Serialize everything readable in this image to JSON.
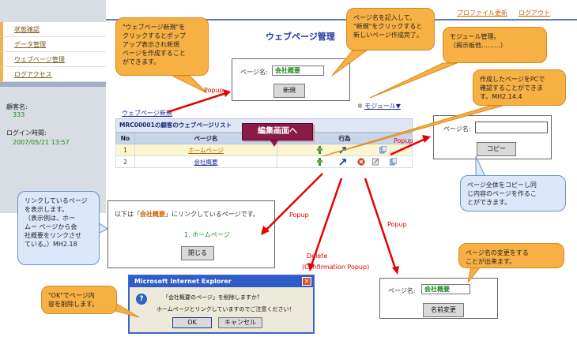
{
  "header": {
    "links": [
      "プロファイル更新",
      "ログアウト"
    ]
  },
  "sidebar": {
    "items": [
      {
        "label": "状態確認"
      },
      {
        "label": "データ管理"
      },
      {
        "label": "ウェブページ管理"
      },
      {
        "label": "ログアクセス"
      }
    ],
    "customer_label": "顧客名:",
    "customer_value": "333",
    "login_label": "ログイン時間:",
    "login_value": "2007/05/21 13:57"
  },
  "main": {
    "title": "ウェブページ管理",
    "new_link": "ウェブページ新規",
    "module_button": "モジュール▼",
    "list_title": "MRC00001の顧客のウェブページリスト",
    "columns": [
      "No",
      "ページ名",
      "行為"
    ],
    "rows": [
      {
        "no": "1",
        "name": "ホームページ"
      },
      {
        "no": "2",
        "name": "会社概要"
      }
    ]
  },
  "boxes": {
    "new_page": {
      "label": "ページ名:",
      "value": "会社概要",
      "button": "新規"
    },
    "copy": {
      "label": "ページ名:",
      "value": "",
      "button": "コピー"
    },
    "link_list": {
      "text_before": "以下は「",
      "highlight": "会社概要",
      "text_after": "」にリンクしているページです。",
      "item": "1. ホームページ",
      "button": "閉じる"
    },
    "rename": {
      "label": "ページ名:",
      "value": "会社概要",
      "button": "名前変更"
    }
  },
  "banner": {
    "label": "編集画面へ"
  },
  "popups": {
    "popup1": "Popup",
    "popup2": "Popup",
    "popup3": "Popup",
    "popup4": "Popup",
    "delete": "Delete",
    "delete_confirm": "(Confirmation Popup)"
  },
  "callouts": {
    "new_page": "\"ウェブページ新規\"を\nクリックするとポップ\nアップ表示され新規\nページを作成すること\nができます。",
    "page_name": "ページ名を記入して、\n\"新規\"をクリックすると\n新しいページ作成完了。",
    "module": "モジュール管理。\n（掲示板他………）",
    "pc_check": "作成したページをPCで\n確認することができま\nす。MH2.14.4",
    "copy": "ページ全体をコピーし同\nじ内容のページを作るこ\nとができます。",
    "link": "リンクしているページ\nを表示します。\n（表示例は、ホー\nムー ページから会\n社概要をリンクさせ\nている。）MH2.18",
    "ok": "\"OK\"でページ内\n容を削除します。",
    "rename": "ページ名の変更をする\nことが出来ます。"
  },
  "dialog": {
    "title": "Microsoft Internet Explorer",
    "line1": "「会社概要のページ」を削除しますか？",
    "line2": "ホームページとリンクしていますのでご注意ください！",
    "ok": "OK",
    "cancel": "キャンセル"
  },
  "colors": {
    "callout": "#f7b043",
    "arrow": "#e60000",
    "title": "#1c3a9c",
    "banner": "#8a1a4a"
  }
}
